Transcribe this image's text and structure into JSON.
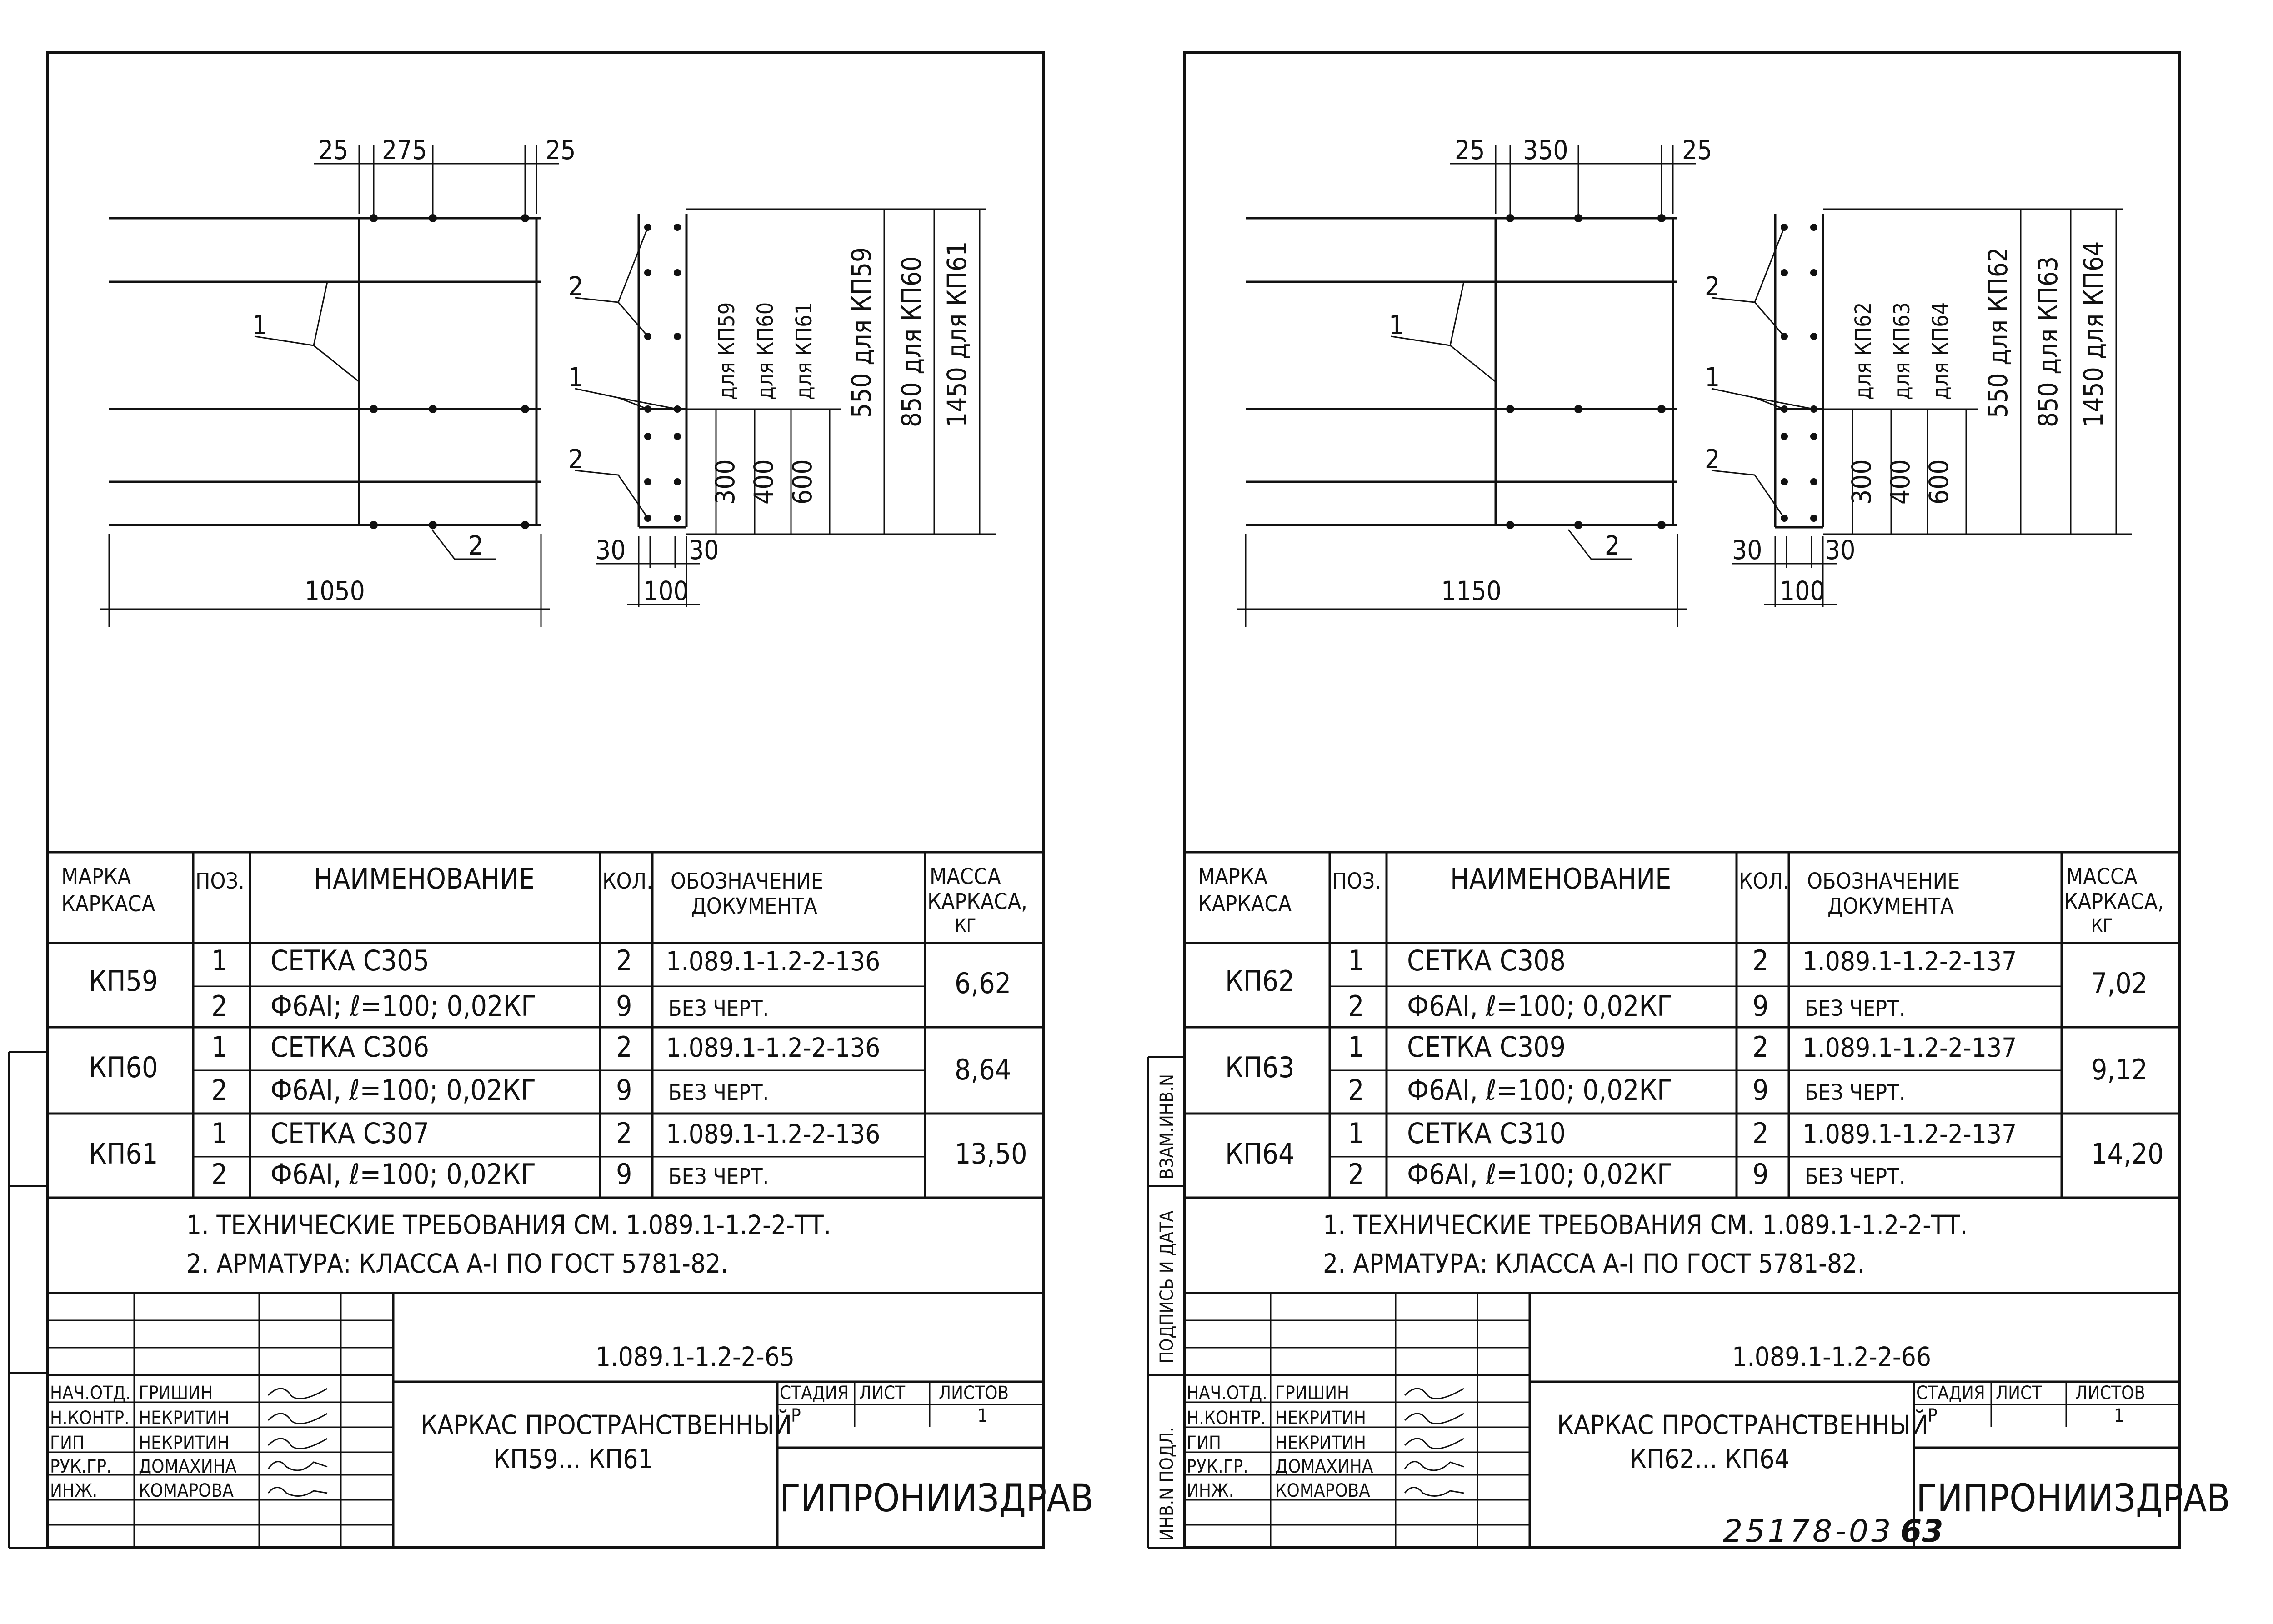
{
  "sheets": [
    {
      "drawing": {
        "dim_top": [
          "25",
          "275",
          "25"
        ],
        "dim_bottom": "1050",
        "dim_side_small": [
          "30",
          "30",
          "100"
        ],
        "leaders": [
          "1",
          "2",
          "2",
          "1",
          "2"
        ],
        "heights": [
          "300",
          "400",
          "600",
          "550 для КП59",
          "850 для КП60",
          "1450 для КП61"
        ],
        "for_labels": [
          "для КП59",
          "для КП60",
          "для КП61"
        ]
      },
      "table": {
        "headers": {
          "mark": "МАРКА КАРКАСА",
          "pos": "ПОЗ.",
          "name": "НАИМЕНОВАНИЕ",
          "qty": "КОЛ.",
          "doc": "ОБОЗНАЧЕНИЕ ДОКУМЕНТА",
          "mass": "МАССА КАРКАСА, КГ"
        },
        "groups": [
          {
            "mark": "КП59",
            "mass": "6,62",
            "rows": [
              {
                "pos": "1",
                "name": "СЕТКА С305",
                "qty": "2",
                "doc": "1.089.1-1.2-2-136"
              },
              {
                "pos": "2",
                "name": "Ф6АI; ℓ=100; 0,02КГ",
                "qty": "9",
                "doc": "БЕЗ ЧЕРТ."
              }
            ]
          },
          {
            "mark": "КП60",
            "mass": "8,64",
            "rows": [
              {
                "pos": "1",
                "name": "СЕТКА С306",
                "qty": "2",
                "doc": "1.089.1-1.2-2-136"
              },
              {
                "pos": "2",
                "name": "Ф6АI, ℓ=100; 0,02КГ",
                "qty": "9",
                "doc": "БЕЗ ЧЕРТ."
              }
            ]
          },
          {
            "mark": "КП61",
            "mass": "13,50",
            "rows": [
              {
                "pos": "1",
                "name": "СЕТКА С307",
                "qty": "2",
                "doc": "1.089.1-1.2-2-136"
              },
              {
                "pos": "2",
                "name": "Ф6АI, ℓ=100; 0,02КГ",
                "qty": "9",
                "doc": "БЕЗ ЧЕРТ."
              }
            ]
          }
        ]
      },
      "notes": [
        "1. ТЕХНИЧЕСКИЕ ТРЕБОВАНИЯ СМ. 1.089.1-1.2-2-ТТ.",
        "2. АРМАТУРА: КЛАССА А-I ПО ГОСТ 5781-82."
      ],
      "stamp": {
        "code": "1.089.1-1.2-2-65",
        "title1": "КАРКАС ПРОСТРАНСТВЕННЫЙ",
        "title2": "КП59... КП61",
        "stage_h": "СТАДИЯ",
        "sheet_h": "ЛИСТ",
        "sheets_h": "ЛИСТОВ",
        "stage": "Р",
        "sheets": "1",
        "org": "ГИПРОНИИЗДРАВ",
        "people": [
          {
            "role": "НАЧ.ОТД.",
            "name": "ГРИШИН"
          },
          {
            "role": "Н.КОНТР.",
            "name": "НЕКРИТИН"
          },
          {
            "role": "ГИП",
            "name": "НЕКРИТИН"
          },
          {
            "role": "РУК.ГР.",
            "name": "ДОМАХИНА"
          },
          {
            "role": "ИНЖ.",
            "name": "КОМАРОВА"
          }
        ]
      }
    },
    {
      "drawing": {
        "dim_top": [
          "25",
          "350",
          "25"
        ],
        "dim_bottom": "1150",
        "dim_side_small": [
          "30",
          "30",
          "100"
        ],
        "leaders": [
          "1",
          "2",
          "2",
          "1",
          "2"
        ],
        "heights": [
          "300",
          "400",
          "600",
          "550 для КП62",
          "850 для КП63",
          "1450 для КП64"
        ],
        "for_labels": [
          "для КП62",
          "для КП63",
          "для КП64"
        ]
      },
      "table": {
        "headers": {
          "mark": "МАРКА КАРКАСА",
          "pos": "ПОЗ.",
          "name": "НАИМЕНОВАНИЕ",
          "qty": "КОЛ.",
          "doc": "ОБОЗНАЧЕНИЕ ДОКУМЕНТА",
          "mass": "МАССА КАРКАСА, КГ"
        },
        "groups": [
          {
            "mark": "КП62",
            "mass": "7,02",
            "rows": [
              {
                "pos": "1",
                "name": "СЕТКА С308",
                "qty": "2",
                "doc": "1.089.1-1.2-2-137"
              },
              {
                "pos": "2",
                "name": "Ф6АI, ℓ=100; 0,02КГ",
                "qty": "9",
                "doc": "БЕЗ ЧЕРТ."
              }
            ]
          },
          {
            "mark": "КП63",
            "mass": "9,12",
            "rows": [
              {
                "pos": "1",
                "name": "СЕТКА С309",
                "qty": "2",
                "doc": "1.089.1-1.2-2-137"
              },
              {
                "pos": "2",
                "name": "Ф6АI, ℓ=100; 0,02КГ",
                "qty": "9",
                "doc": "БЕЗ ЧЕРТ."
              }
            ]
          },
          {
            "mark": "КП64",
            "mass": "14,20",
            "rows": [
              {
                "pos": "1",
                "name": "СЕТКА С310",
                "qty": "2",
                "doc": "1.089.1-1.2-2-137"
              },
              {
                "pos": "2",
                "name": "Ф6АI, ℓ=100; 0,02КГ",
                "qty": "9",
                "doc": "БЕЗ ЧЕРТ."
              }
            ]
          }
        ]
      },
      "notes": [
        "1. ТЕХНИЧЕСКИЕ ТРЕБОВАНИЯ СМ. 1.089.1-1.2-2-ТТ.",
        "2. АРМАТУРА: КЛАССА А-I ПО ГОСТ 5781-82."
      ],
      "stamp": {
        "code": "1.089.1-1.2-2-66",
        "title1": "КАРКАС ПРОСТРАНСТВЕННЫЙ",
        "title2": "КП62... КП64",
        "stage_h": "СТАДИЯ",
        "sheet_h": "ЛИСТ",
        "sheets_h": "ЛИСТОВ",
        "stage": "Р",
        "sheets": "1",
        "org": "ГИПРОНИИЗДРАВ",
        "people": [
          {
            "role": "НАЧ.ОТД.",
            "name": "ГРИШИН"
          },
          {
            "role": "Н.КОНТР.",
            "name": "НЕКРИТИН"
          },
          {
            "role": "ГИП",
            "name": "НЕКРИТИН"
          },
          {
            "role": "РУК.ГР.",
            "name": "ДОМАХИНА"
          },
          {
            "role": "ИНЖ.",
            "name": "КОМАРОВА"
          }
        ]
      },
      "side_labels": [
        "ИНВ.N ПОДЛ.",
        "ПОДПИСЬ И ДАТА",
        "ВЗАМ.ИНВ.N"
      ]
    }
  ],
  "footer": {
    "ref": "25178-03",
    "page": "63"
  }
}
